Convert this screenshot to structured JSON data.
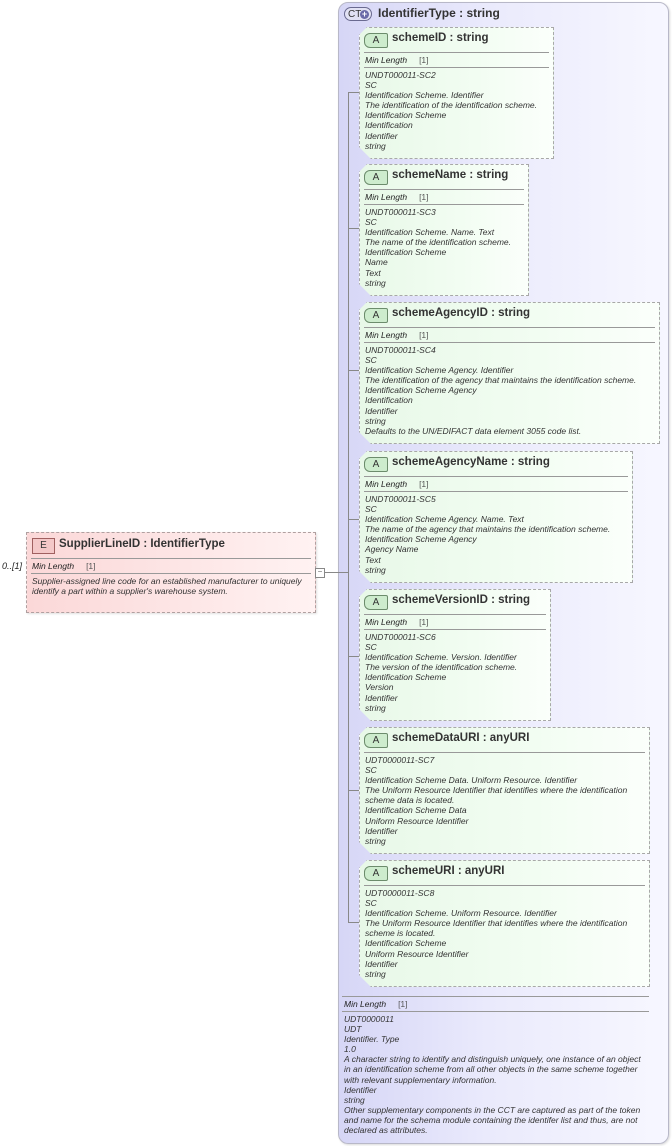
{
  "element": {
    "badge": "E",
    "name": "SupplierLineID",
    "type": "IdentifierType",
    "title": "SupplierLineID : IdentifierType",
    "cardinality": "0..[1]",
    "facet_label": "Min Length",
    "facet_value": "[1]",
    "documentation": "Supplier-assigned line code for an established manufacturer to uniquely identify a part within a supplier's warehouse system.",
    "collapse_symbol": "−"
  },
  "complex_type": {
    "badge": "CT",
    "name": "IdentifierType",
    "base": "string",
    "title": "IdentifierType : string",
    "facet_label": "Min Length",
    "facet_value": "[1]",
    "documentation": [
      "UDT0000011",
      "UDT",
      "Identifier. Type",
      "1.0",
      "A character string to identify and distinguish uniquely, one instance of an object in an identification scheme from all other objects in the same scheme together with relevant supplementary information.",
      "Identifier",
      "string",
      "Other supplementary components in the CCT are captured as part of the token and name for the schema module containing the identifer list and thus, are not declared as attributes."
    ]
  },
  "attributes": [
    {
      "badge": "A",
      "title": "schemeID : string",
      "facet_label": "Min Length",
      "facet_value": "[1]",
      "documentation": [
        "UNDT000011-SC2",
        "SC",
        "Identification Scheme. Identifier",
        "The identification of the identification scheme.",
        "Identification Scheme",
        "Identification",
        "Identifier",
        "string"
      ]
    },
    {
      "badge": "A",
      "title": "schemeName : string",
      "facet_label": "Min Length",
      "facet_value": "[1]",
      "documentation": [
        "UNDT000011-SC3",
        "SC",
        "Identification Scheme. Name. Text",
        "The name of the identification scheme.",
        "Identification Scheme",
        "Name",
        "Text",
        "string"
      ]
    },
    {
      "badge": "A",
      "title": "schemeAgencyID : string",
      "facet_label": "Min Length",
      "facet_value": "[1]",
      "documentation": [
        "UNDT000011-SC4",
        "SC",
        "Identification Scheme Agency. Identifier",
        "The identification of the agency that maintains the identification scheme.",
        "Identification Scheme Agency",
        "Identification",
        "Identifier",
        "string",
        "Defaults to the UN/EDIFACT data element 3055 code list."
      ]
    },
    {
      "badge": "A",
      "title": "schemeAgencyName : string",
      "facet_label": "Min Length",
      "facet_value": "[1]",
      "documentation": [
        "UNDT000011-SC5",
        "SC",
        "Identification Scheme Agency. Name. Text",
        "The name of the agency that maintains the identification scheme.",
        "Identification Scheme Agency",
        "Agency Name",
        "Text",
        "string"
      ]
    },
    {
      "badge": "A",
      "title": "schemeVersionID : string",
      "facet_label": "Min Length",
      "facet_value": "[1]",
      "documentation": [
        "UNDT000011-SC6",
        "SC",
        "Identification Scheme. Version. Identifier",
        "The version of the identification scheme.",
        "Identification Scheme",
        "Version",
        "Identifier",
        "string"
      ]
    },
    {
      "badge": "A",
      "title": "schemeDataURI : anyURI",
      "documentation": [
        "UDT0000011-SC7",
        "SC",
        "Identification Scheme Data. Uniform Resource. Identifier",
        "The Uniform Resource Identifier that identifies where the identification scheme data is located.",
        "Identification Scheme Data",
        "Uniform Resource Identifier",
        "Identifier",
        "string"
      ]
    },
    {
      "badge": "A",
      "title": "schemeURI : anyURI",
      "documentation": [
        "UDT0000011-SC8",
        "SC",
        "Identification Scheme. Uniform Resource. Identifier",
        "The Uniform Resource Identifier that identifies where the identification scheme is located.",
        "Identification Scheme",
        "Uniform Resource Identifier",
        "Identifier",
        "string"
      ]
    }
  ],
  "colors": {
    "element_fill": "#fde0e0",
    "attribute_fill": "#eefbee",
    "complex_type_fill": "#e4e4fa",
    "border": "#a8a8a8"
  }
}
